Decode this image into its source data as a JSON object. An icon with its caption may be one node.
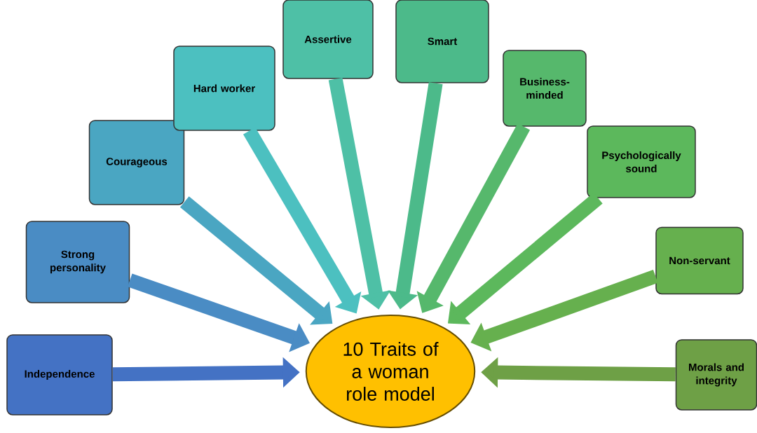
{
  "diagram": {
    "nodes": [
      {
        "text": [
          "10 Traits of a woman role model"
        ]
      },
      {
        "text": [
          "Independence"
        ]
      },
      {
        "text": [
          "Strong personality"
        ]
      },
      {
        "text": [
          "Courageous"
        ]
      },
      {
        "text": [
          "Hard worker"
        ]
      },
      {
        "text": [
          "Assertive"
        ]
      },
      {
        "text": [
          "Smart"
        ]
      },
      {
        "text": [
          "Business-minded"
        ]
      },
      {
        "text": [
          "Psychologically sound"
        ]
      },
      {
        "text": [
          "Non-servant"
        ]
      },
      {
        "text": [
          "Morals and integrity"
        ]
      }
    ],
    "edges": [
      {
        "from": 1,
        "to": 0,
        "arrow": "to",
        "color": "#4472c4"
      },
      {
        "from": 2,
        "to": 0,
        "arrow": "to",
        "color": "#4a8cc4"
      },
      {
        "from": 3,
        "to": 0,
        "arrow": "to",
        "color": "#4aa6c2"
      },
      {
        "from": 4,
        "to": 0,
        "arrow": "to",
        "color": "#4cc0c0"
      },
      {
        "from": 5,
        "to": 0,
        "arrow": "to",
        "color": "#4ec0a6"
      },
      {
        "from": 6,
        "to": 0,
        "arrow": "to",
        "color": "#4cba8a"
      },
      {
        "from": 7,
        "to": 0,
        "arrow": "to",
        "color": "#56b86c"
      },
      {
        "from": 8,
        "to": 0,
        "arrow": "to",
        "color": "#5cb85c"
      },
      {
        "from": 9,
        "to": 0,
        "arrow": "to",
        "color": "#66b04e"
      },
      {
        "from": 10,
        "to": 0,
        "arrow": "to",
        "color": "#6ea046"
      }
    ]
  }
}
